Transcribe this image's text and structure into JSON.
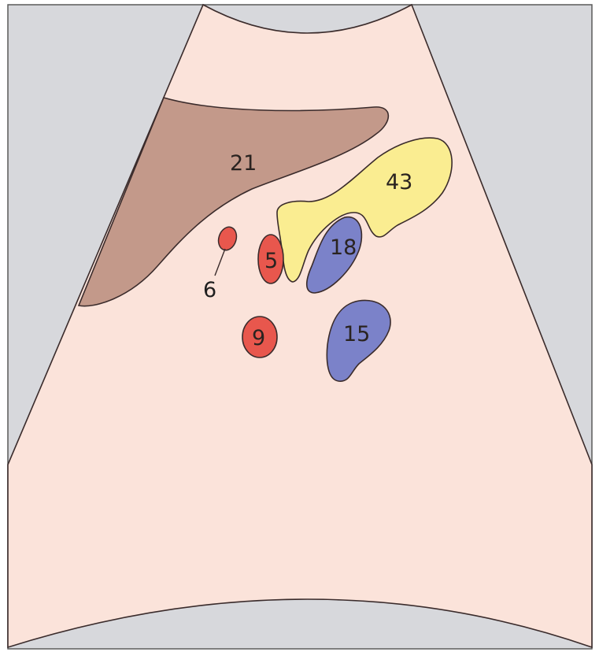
{
  "figure": {
    "colors": {
      "frame_bg": "#d7d8dc",
      "frame_border": "#5a5a5a",
      "sector_fill": "#fbe3da",
      "outline": "#3a2b2b",
      "brown_region": "#c3998a",
      "yellow_region": "#faed91",
      "red_region": "#e8574d",
      "blue_region": "#7b82c9"
    },
    "labels": {
      "region_21": "21",
      "region_43": "43",
      "region_18": "18",
      "region_5": "5",
      "region_6": "6",
      "region_9": "9",
      "region_15": "15"
    }
  }
}
